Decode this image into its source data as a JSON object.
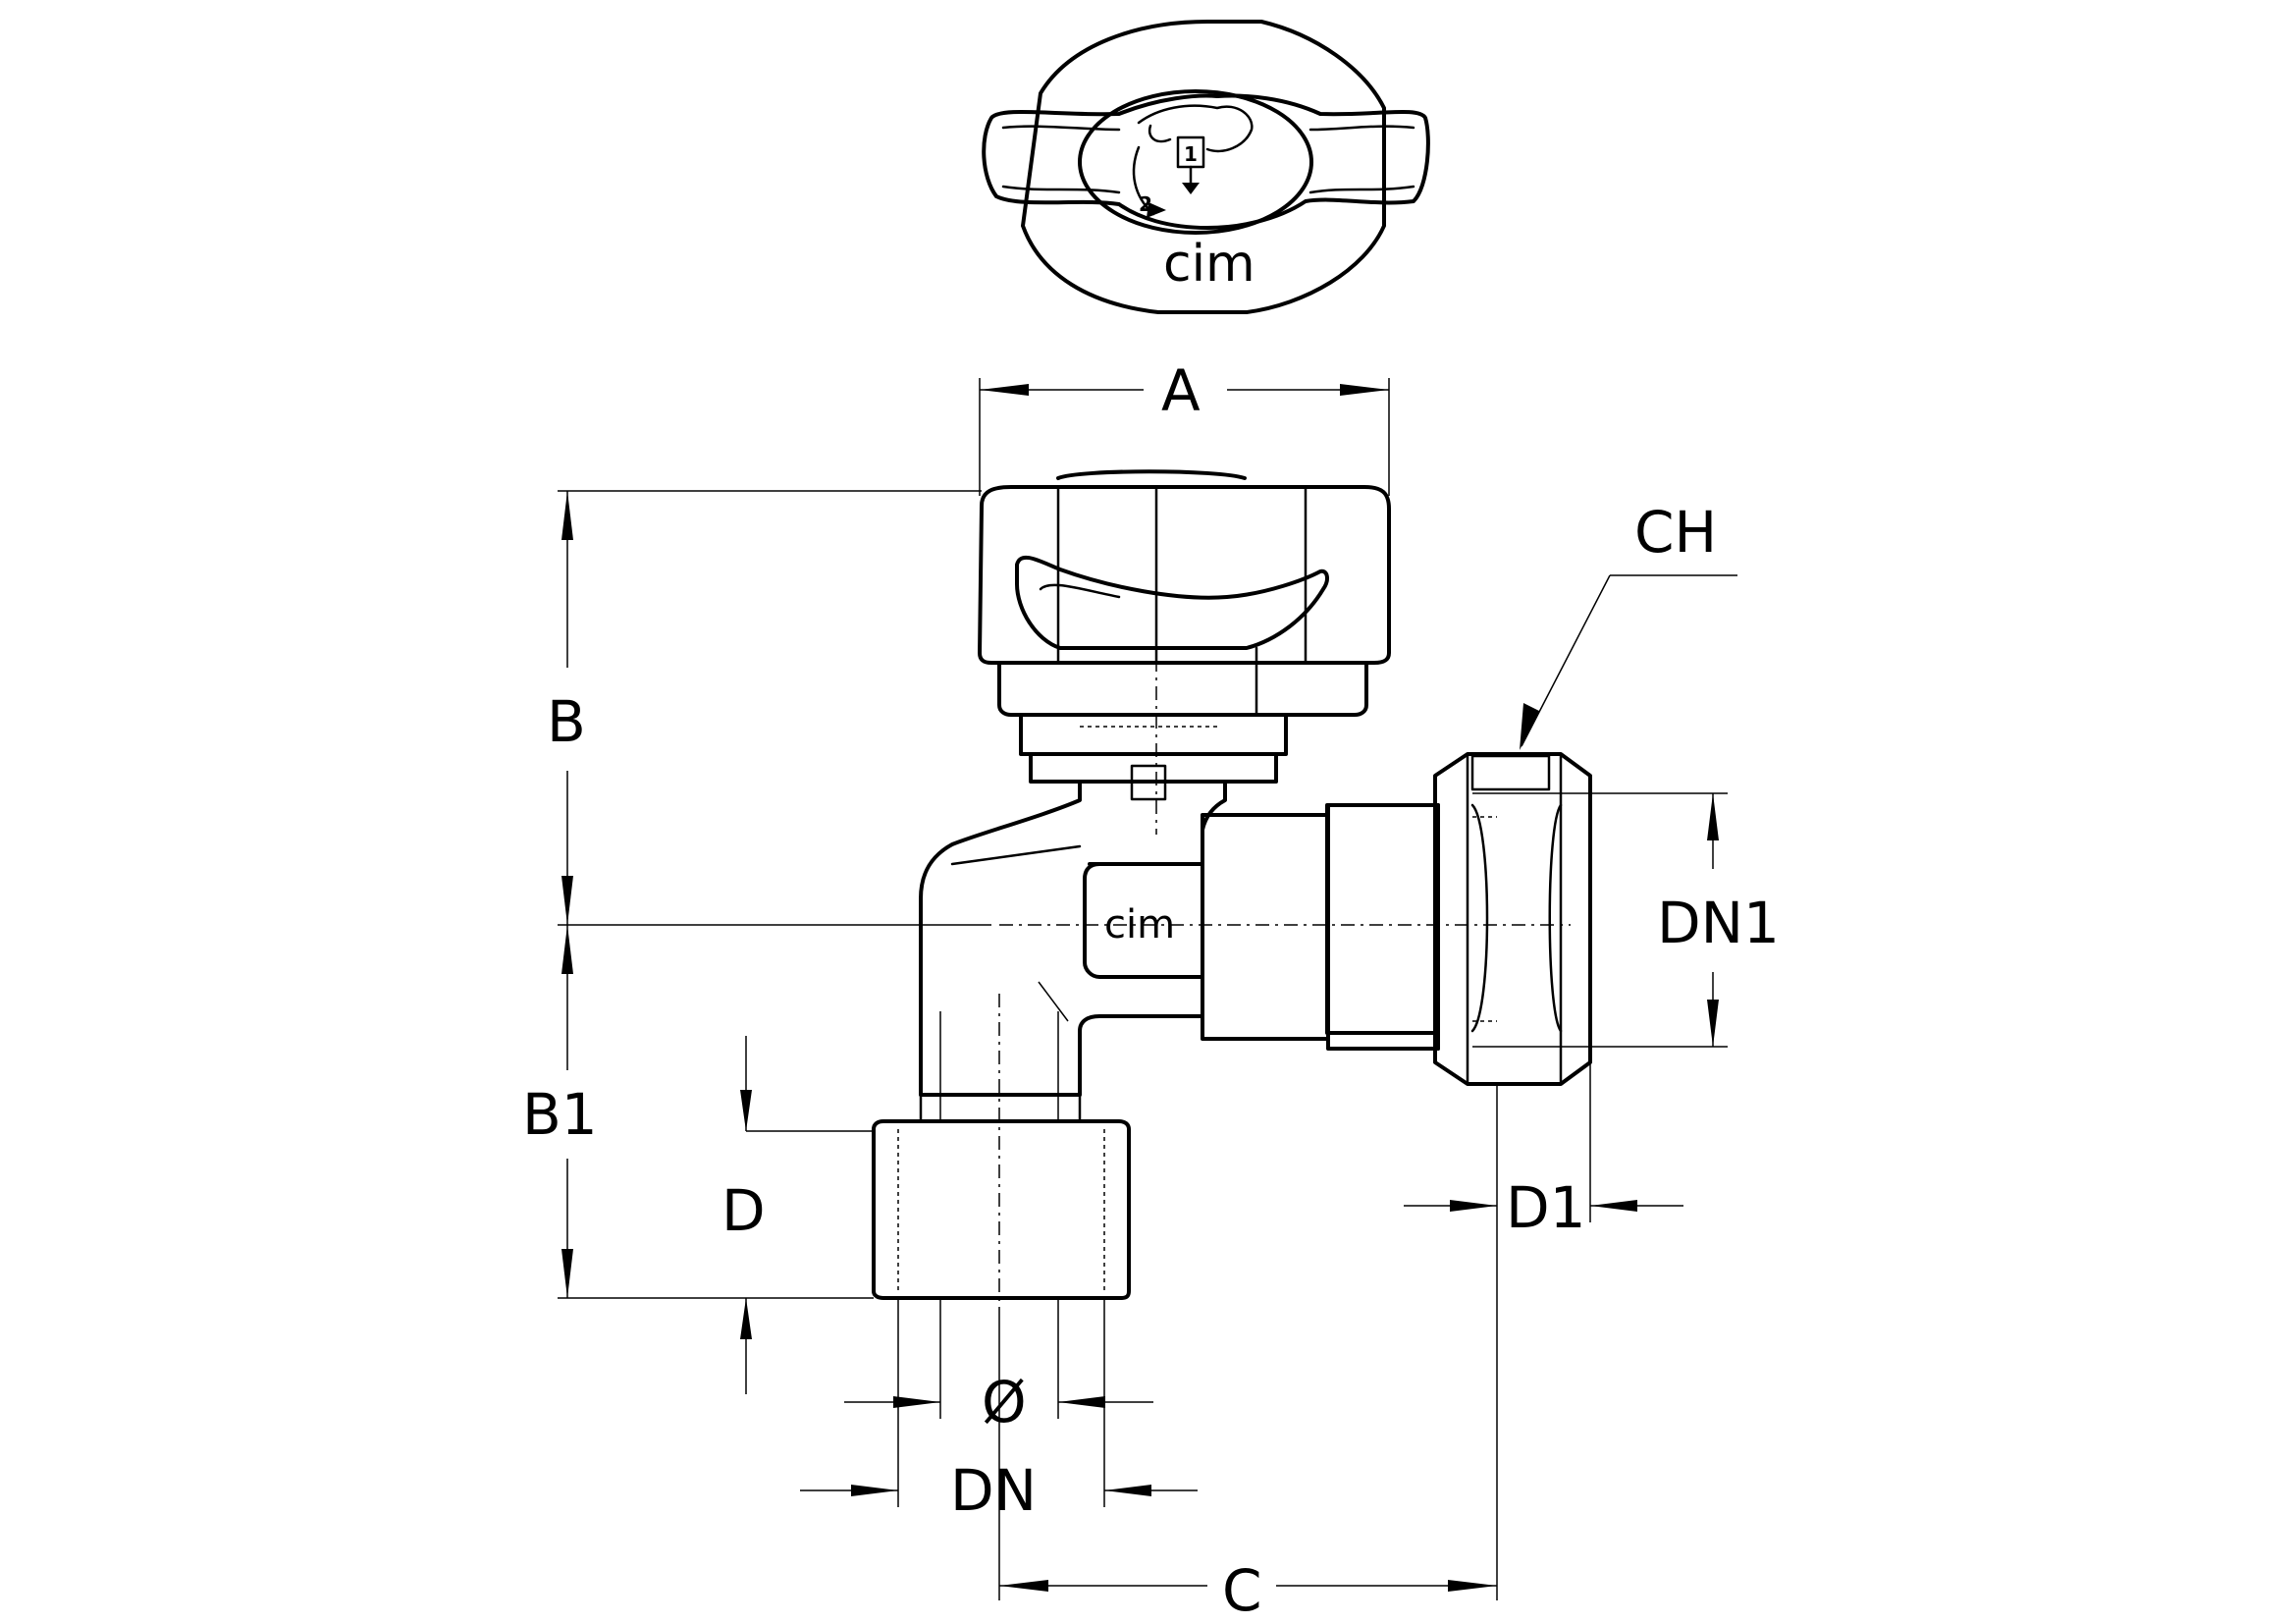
{
  "drawing": {
    "brand_logo": "cim",
    "handle_step_1": "1",
    "handle_step_2": "2",
    "dimensions": {
      "A": "A",
      "B": "B",
      "B1": "B1",
      "C": "C",
      "CH": "CH",
      "D": "D",
      "D1": "D1",
      "DN": "DN",
      "DN1": "DN1",
      "diameter": "Ø"
    }
  }
}
